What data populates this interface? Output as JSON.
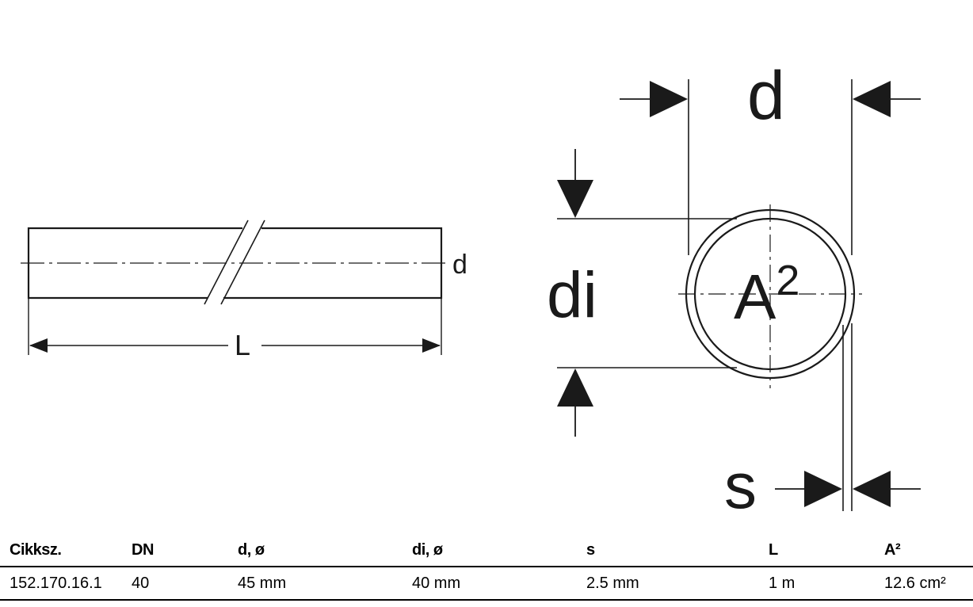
{
  "drawing": {
    "pipe_diameter_label": "d",
    "pipe_length_label": "L",
    "section_outer_diameter_label": "d",
    "section_inner_diameter_label": "di",
    "section_area_label": "A",
    "section_area_exponent": "2",
    "section_wall_thickness_label": "s",
    "line_color": "#1a1a1a"
  },
  "table": {
    "headers": [
      "Cikksz.",
      "DN",
      "d, ø",
      "di, ø",
      "s",
      "L",
      "A²"
    ],
    "rows": [
      [
        "152.170.16.1",
        "40",
        "45 mm",
        "40 mm",
        "2.5 mm",
        "1 m",
        "12.6 cm²"
      ]
    ]
  }
}
